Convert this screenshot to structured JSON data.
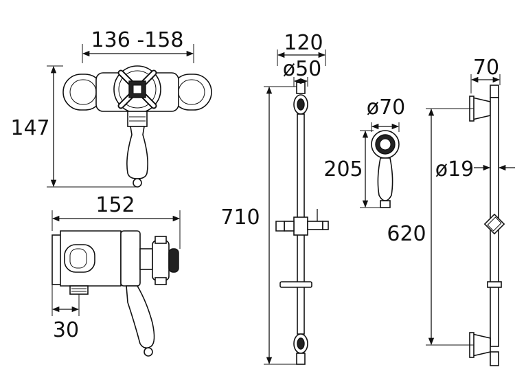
{
  "dimensions": {
    "valve_width": "136 -158",
    "valve_height": "147",
    "valve_depth": "152",
    "outlet_offset": "30",
    "rail_projection": "120",
    "rail_bracket_diameter": "ø50",
    "rail_length": "710",
    "handset_diameter": "ø70",
    "handset_length": "205",
    "rail_fixing_centres": "620",
    "bracket_width": "70",
    "rail_tube_diameter": "ø19"
  },
  "colors": {
    "line": "#111111",
    "background": "#ffffff"
  }
}
